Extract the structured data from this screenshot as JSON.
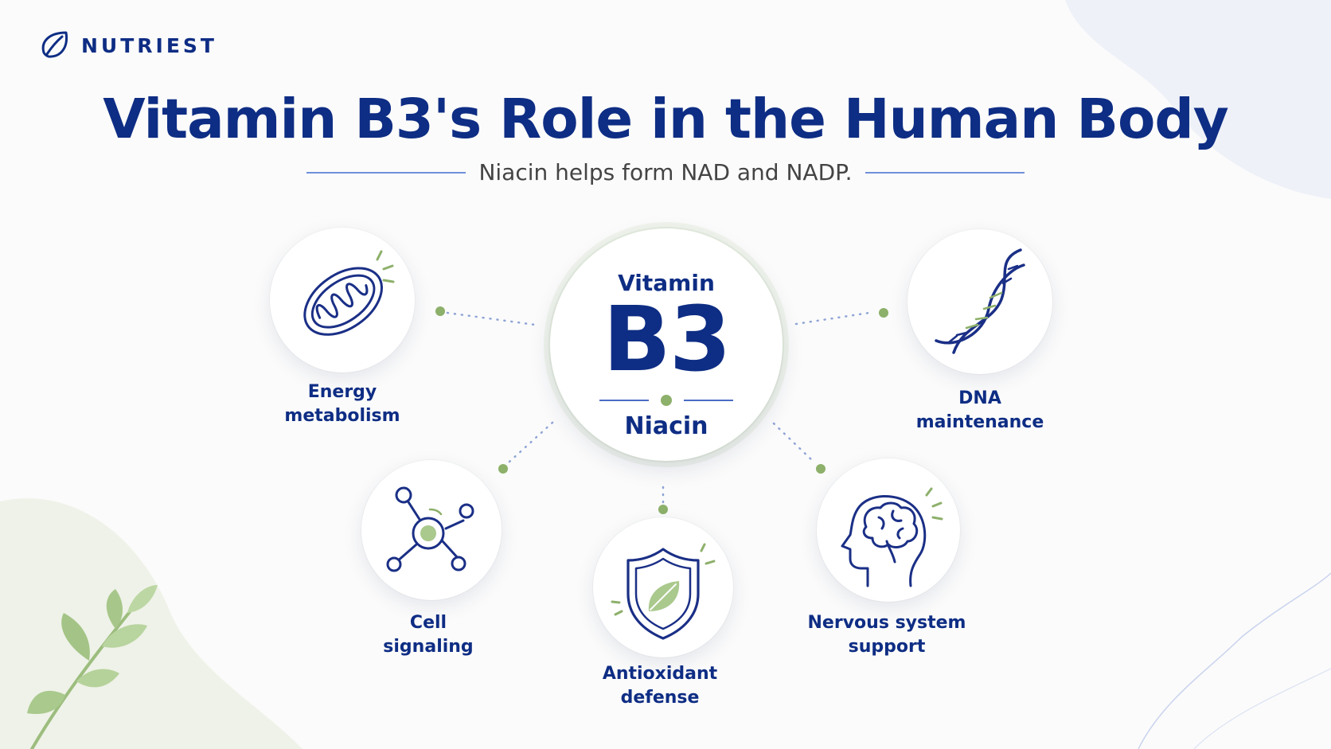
{
  "brand": {
    "name": "NUTRIEST",
    "icon": "leaf-icon"
  },
  "header": {
    "title": "Vitamin B3's Role in the Human Body",
    "subtitle": "Niacin helps form NAD and NADP."
  },
  "center": {
    "top": "Vitamin",
    "big": "B3",
    "bottom": "Niacin"
  },
  "roles": [
    {
      "label_line1": "Energy",
      "label_line2": "metabolism",
      "icon": "mitochondrion-icon"
    },
    {
      "label_line1": "DNA",
      "label_line2": "maintenance",
      "icon": "dna-icon"
    },
    {
      "label_line1": "Cell",
      "label_line2": "signaling",
      "icon": "cell-network-icon"
    },
    {
      "label_line1": "Antioxidant",
      "label_line2": "defense",
      "icon": "shield-leaf-icon"
    },
    {
      "label_line1": "Nervous system",
      "label_line2": "support",
      "icon": "brain-head-icon"
    }
  ],
  "colors": {
    "navy": "#0e2d84",
    "green": "#8db06a",
    "line_blue": "#6f8fd9"
  }
}
